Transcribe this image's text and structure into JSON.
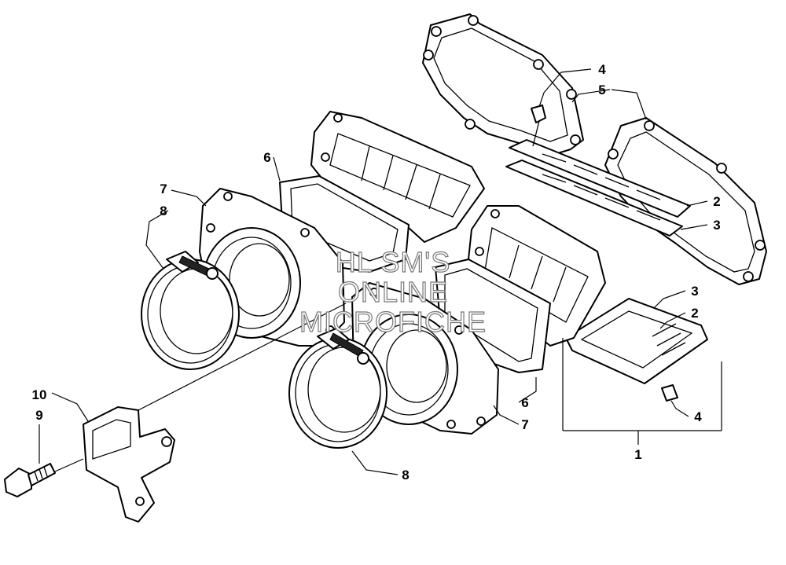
{
  "callouts": {
    "c1": "1",
    "c2a": "2",
    "c2b": "2",
    "c3a": "3",
    "c3b": "3",
    "c4a": "4",
    "c4b": "4",
    "c5": "5",
    "c6a": "6",
    "c6b": "6",
    "c7a": "7",
    "c7b": "7",
    "c8a": "8",
    "c8b": "8",
    "c9": "9",
    "c10": "10"
  },
  "watermark": {
    "line1": "HL SM'S",
    "line2": "ONLINE",
    "line3": "MICROFICHE"
  }
}
